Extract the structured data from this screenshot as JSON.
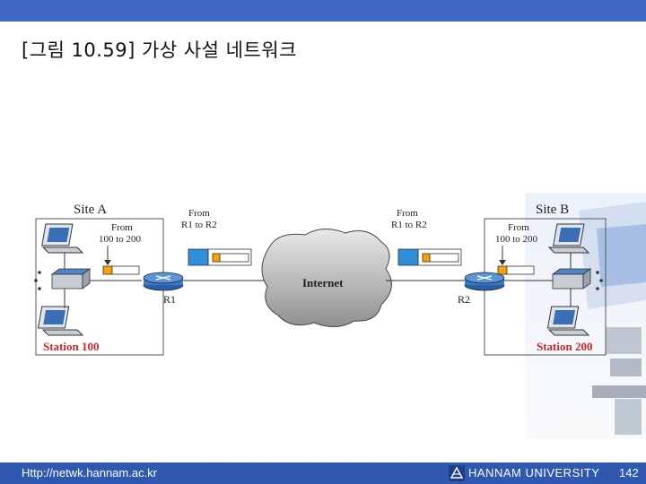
{
  "title": "[그림 10.59] 가상 사설 네트워크",
  "diagram": {
    "site_a": "Site A",
    "site_b": "Site B",
    "from_a_line1": "From",
    "from_a_line2": "100 to 200",
    "from_b_line1": "From",
    "from_b_line2": "100 to 200",
    "from_r1_line1": "From",
    "from_r1_line2": "R1 to R2",
    "from_r2_line1": "From",
    "from_r2_line2": "R1 to R2",
    "internet": "Internet",
    "r1": "R1",
    "r2": "R2",
    "station_100": "Station 100",
    "station_200": "Station 200"
  },
  "footer": {
    "url": "Http://netwk.hannam.ac.kr",
    "university": "HANNAM UNIVERSITY",
    "page": "142"
  },
  "colors": {
    "topbar": "#3f68c4",
    "footer": "#2f58b0",
    "packet_blue": "#2f8fd8",
    "packet_orange": "#f4a300",
    "station_red": "#c62828"
  }
}
